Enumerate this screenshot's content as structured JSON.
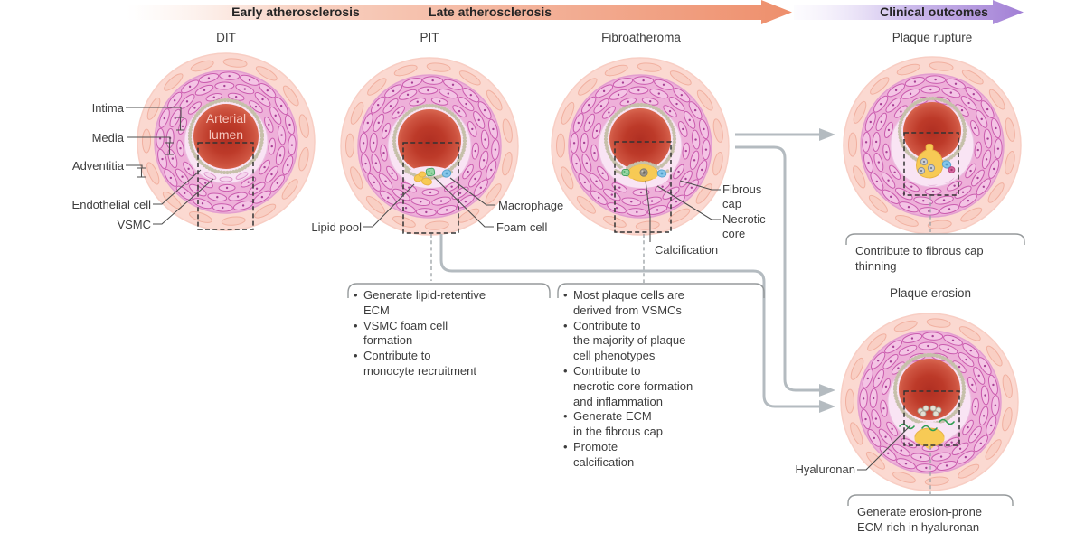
{
  "figure": {
    "header": {
      "early_late_arrow": {
        "early_label": "Early atherosclerosis",
        "late_label": "Late atherosclerosis",
        "color": "#ef9674"
      },
      "clinical_arrow": {
        "label": "Clinical outcomes",
        "color": "#a583d6"
      }
    },
    "stages": {
      "dit": {
        "title": "DIT",
        "lumen_label": "Arterial\nlumen",
        "labels": {
          "intima": "Intima",
          "media": "Media",
          "adventitia": "Adventitia",
          "endothelial_cell": "Endothelial cell",
          "vsmc": "VSMC"
        }
      },
      "pit": {
        "title": "PIT",
        "labels": {
          "lipid_pool": "Lipid pool",
          "macrophage": "Macrophage",
          "foam_cell": "Foam cell"
        },
        "bullets": [
          "Generate lipid-retentive\nECM",
          "VSMC foam cell\nformation",
          "Contribute to\nmonocyte recruitment"
        ]
      },
      "fibroatheroma": {
        "title": "Fibroatheroma",
        "labels": {
          "fibrous_cap": "Fibrous\ncap",
          "necrotic_core": "Necrotic\ncore",
          "calcification": "Calcification"
        },
        "bullets": [
          "Most plaque cells are\nderived from VSMCs",
          "Contribute to\nthe majority of plaque\ncell phenotypes",
          "Contribute to\nnecrotic core formation\nand inflammation",
          "Generate ECM\nin the fibrous cap",
          "Promote\ncalcification"
        ]
      },
      "plaque_rupture": {
        "title": "Plaque rupture",
        "note": "Contribute to fibrous cap\nthinning"
      },
      "plaque_erosion": {
        "title": "Plaque erosion",
        "labels": {
          "hyaluronan": "Hyaluronan"
        },
        "note": "Generate erosion-prone\nECM rich in hyaluronan"
      }
    },
    "colors": {
      "arrow_salmon": "#ef9674",
      "arrow_purple": "#a583d6",
      "lumen_red": "#c03d2b",
      "media_pink": "#eeb0d9",
      "adventitia_pink": "#fbd9d1",
      "intima_pink": "#f9e4f4",
      "endothelium_beige": "#c6c0aa",
      "lipid_yellow": "#f7ca55",
      "macrophage_blue": "#85c6e9",
      "foam_cell_green": "#97d7a6",
      "hyaluronan_green": "#2f9e52",
      "calcification_gray": "#99948a",
      "connector_gray": "#b4bbc0",
      "text_dark": "#3d3d3d"
    }
  }
}
